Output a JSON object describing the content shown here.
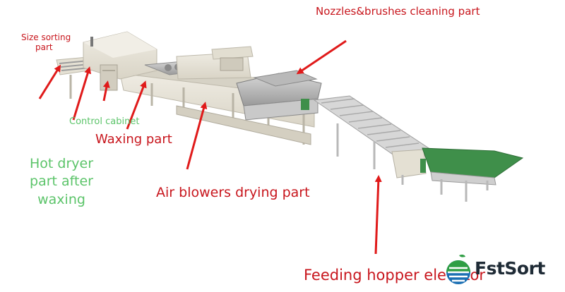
{
  "labels": {
    "nozzles": "Nozzles&brushes cleaning part",
    "size_sorting_1": "Size sorting",
    "size_sorting_2": "part",
    "control_cabinet": "Control cabinet",
    "waxing": "Waxing part",
    "hot_dryer_1": "Hot dryer",
    "hot_dryer_2": "part after",
    "hot_dryer_3": "waxing",
    "air_blowers": "Air blowers drying part",
    "feeding": "Feeding hopper elevator"
  },
  "logo": {
    "text": "FstSort"
  },
  "colors": {
    "label_red": "#c8161d",
    "label_green": "#5cc46a",
    "arrow_red": "#e01a1a",
    "machine_beige": "#e6e2d6",
    "conveyor_green": "#3f8f4a",
    "logo_green": "#2f9e44",
    "logo_blue": "#1b6fb3"
  }
}
